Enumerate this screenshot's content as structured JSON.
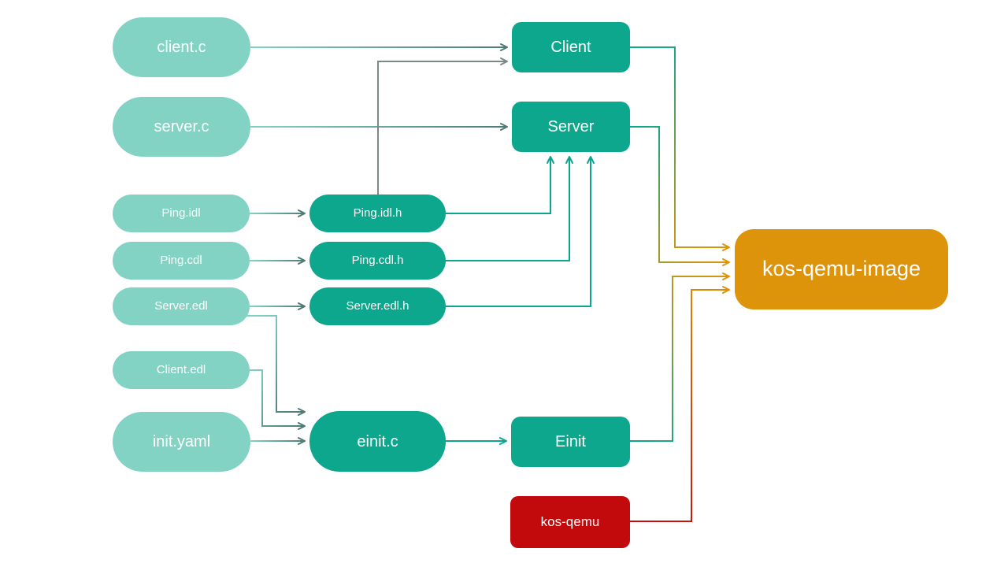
{
  "nodes": {
    "client_c": {
      "label": "client.c"
    },
    "server_c": {
      "label": "server.c"
    },
    "ping_idl": {
      "label": "Ping.idl"
    },
    "ping_cdl": {
      "label": "Ping.cdl"
    },
    "server_edl": {
      "label": "Server.edl"
    },
    "client_edl": {
      "label": "Client.edl"
    },
    "init_yaml": {
      "label": "init.yaml"
    },
    "ping_idl_h": {
      "label": "Ping.idl.h"
    },
    "ping_cdl_h": {
      "label": "Ping.cdl.h"
    },
    "server_edl_h": {
      "label": "Server.edl.h"
    },
    "einit_c": {
      "label": "einit.c"
    },
    "client": {
      "label": "Client"
    },
    "server": {
      "label": "Server"
    },
    "einit": {
      "label": "Einit"
    },
    "kos_qemu": {
      "label": "kos-qemu"
    },
    "kos_qemu_image": {
      "label": "kos-qemu-image"
    }
  },
  "edges": [
    {
      "from": "client.c",
      "to": "Client"
    },
    {
      "from": "server.c",
      "to": "Server"
    },
    {
      "from": "Ping.idl",
      "to": "Ping.idl.h"
    },
    {
      "from": "Ping.cdl",
      "to": "Ping.cdl.h"
    },
    {
      "from": "Server.edl",
      "to": "Server.edl.h"
    },
    {
      "from": "Ping.idl.h",
      "to": "Client"
    },
    {
      "from": "Ping.idl.h",
      "to": "Server"
    },
    {
      "from": "Ping.cdl.h",
      "to": "Server"
    },
    {
      "from": "Server.edl.h",
      "to": "Server"
    },
    {
      "from": "Server.edl",
      "to": "einit.c"
    },
    {
      "from": "Client.edl",
      "to": "einit.c"
    },
    {
      "from": "init.yaml",
      "to": "einit.c"
    },
    {
      "from": "einit.c",
      "to": "Einit"
    },
    {
      "from": "Client",
      "to": "kos-qemu-image"
    },
    {
      "from": "Server",
      "to": "kos-qemu-image"
    },
    {
      "from": "Einit",
      "to": "kos-qemu-image"
    },
    {
      "from": "kos-qemu",
      "to": "kos-qemu-image"
    }
  ],
  "colors": {
    "source_pill": "#82d3c4",
    "generated_pill": "#0ca78c",
    "program_box": "#0ca78c",
    "kos_qemu_box": "#c20a0d",
    "image_box": "#dd940a",
    "edge_light_teal": "#82d3c4",
    "edge_slate": "#4e7a76",
    "edge_gray": "#7e8787",
    "edge_teal": "#0aa78e",
    "edge_orange": "#dd940a",
    "edge_red": "#c20a0d"
  }
}
